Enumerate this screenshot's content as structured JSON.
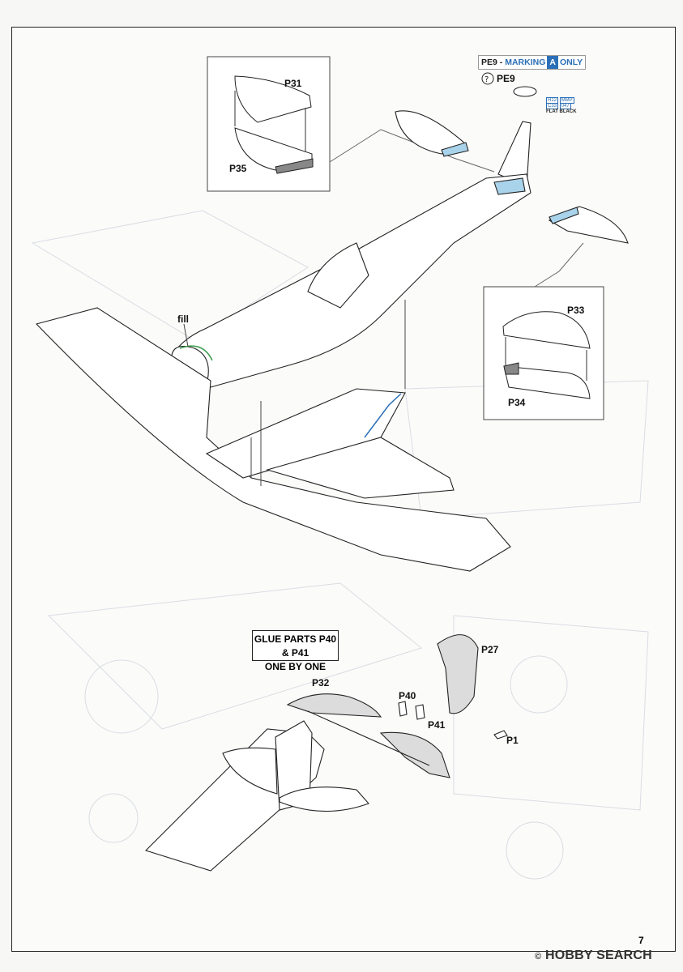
{
  "labels": {
    "p31": "P31",
    "p35": "P35",
    "p33": "P33",
    "p34": "P34",
    "fill": "fill",
    "pe9": "PE9",
    "p27": "P27",
    "p32": "P32",
    "p40": "P40",
    "p41": "P41",
    "p1": "P1"
  },
  "marking_note": {
    "part": "PE9",
    "dash": " - ",
    "text_a": "MARKING",
    "marking_letter": "A",
    "text_b": "ONLY"
  },
  "paint_ref": {
    "code1": "H12",
    "code2": "MMP",
    "code3": "C33",
    "code4": "047",
    "name": "FLAT BLACK"
  },
  "glue_note": {
    "line1": "GLUE PARTS P40 & P41",
    "line2": "ONE BY ONE"
  },
  "page_number": "7",
  "watermark": "HOBBY SEARCH",
  "colors": {
    "highlight_blue": "#a9d3ea",
    "accent_blue": "#2a6fb7",
    "fill_green": "#3a9a4a"
  }
}
